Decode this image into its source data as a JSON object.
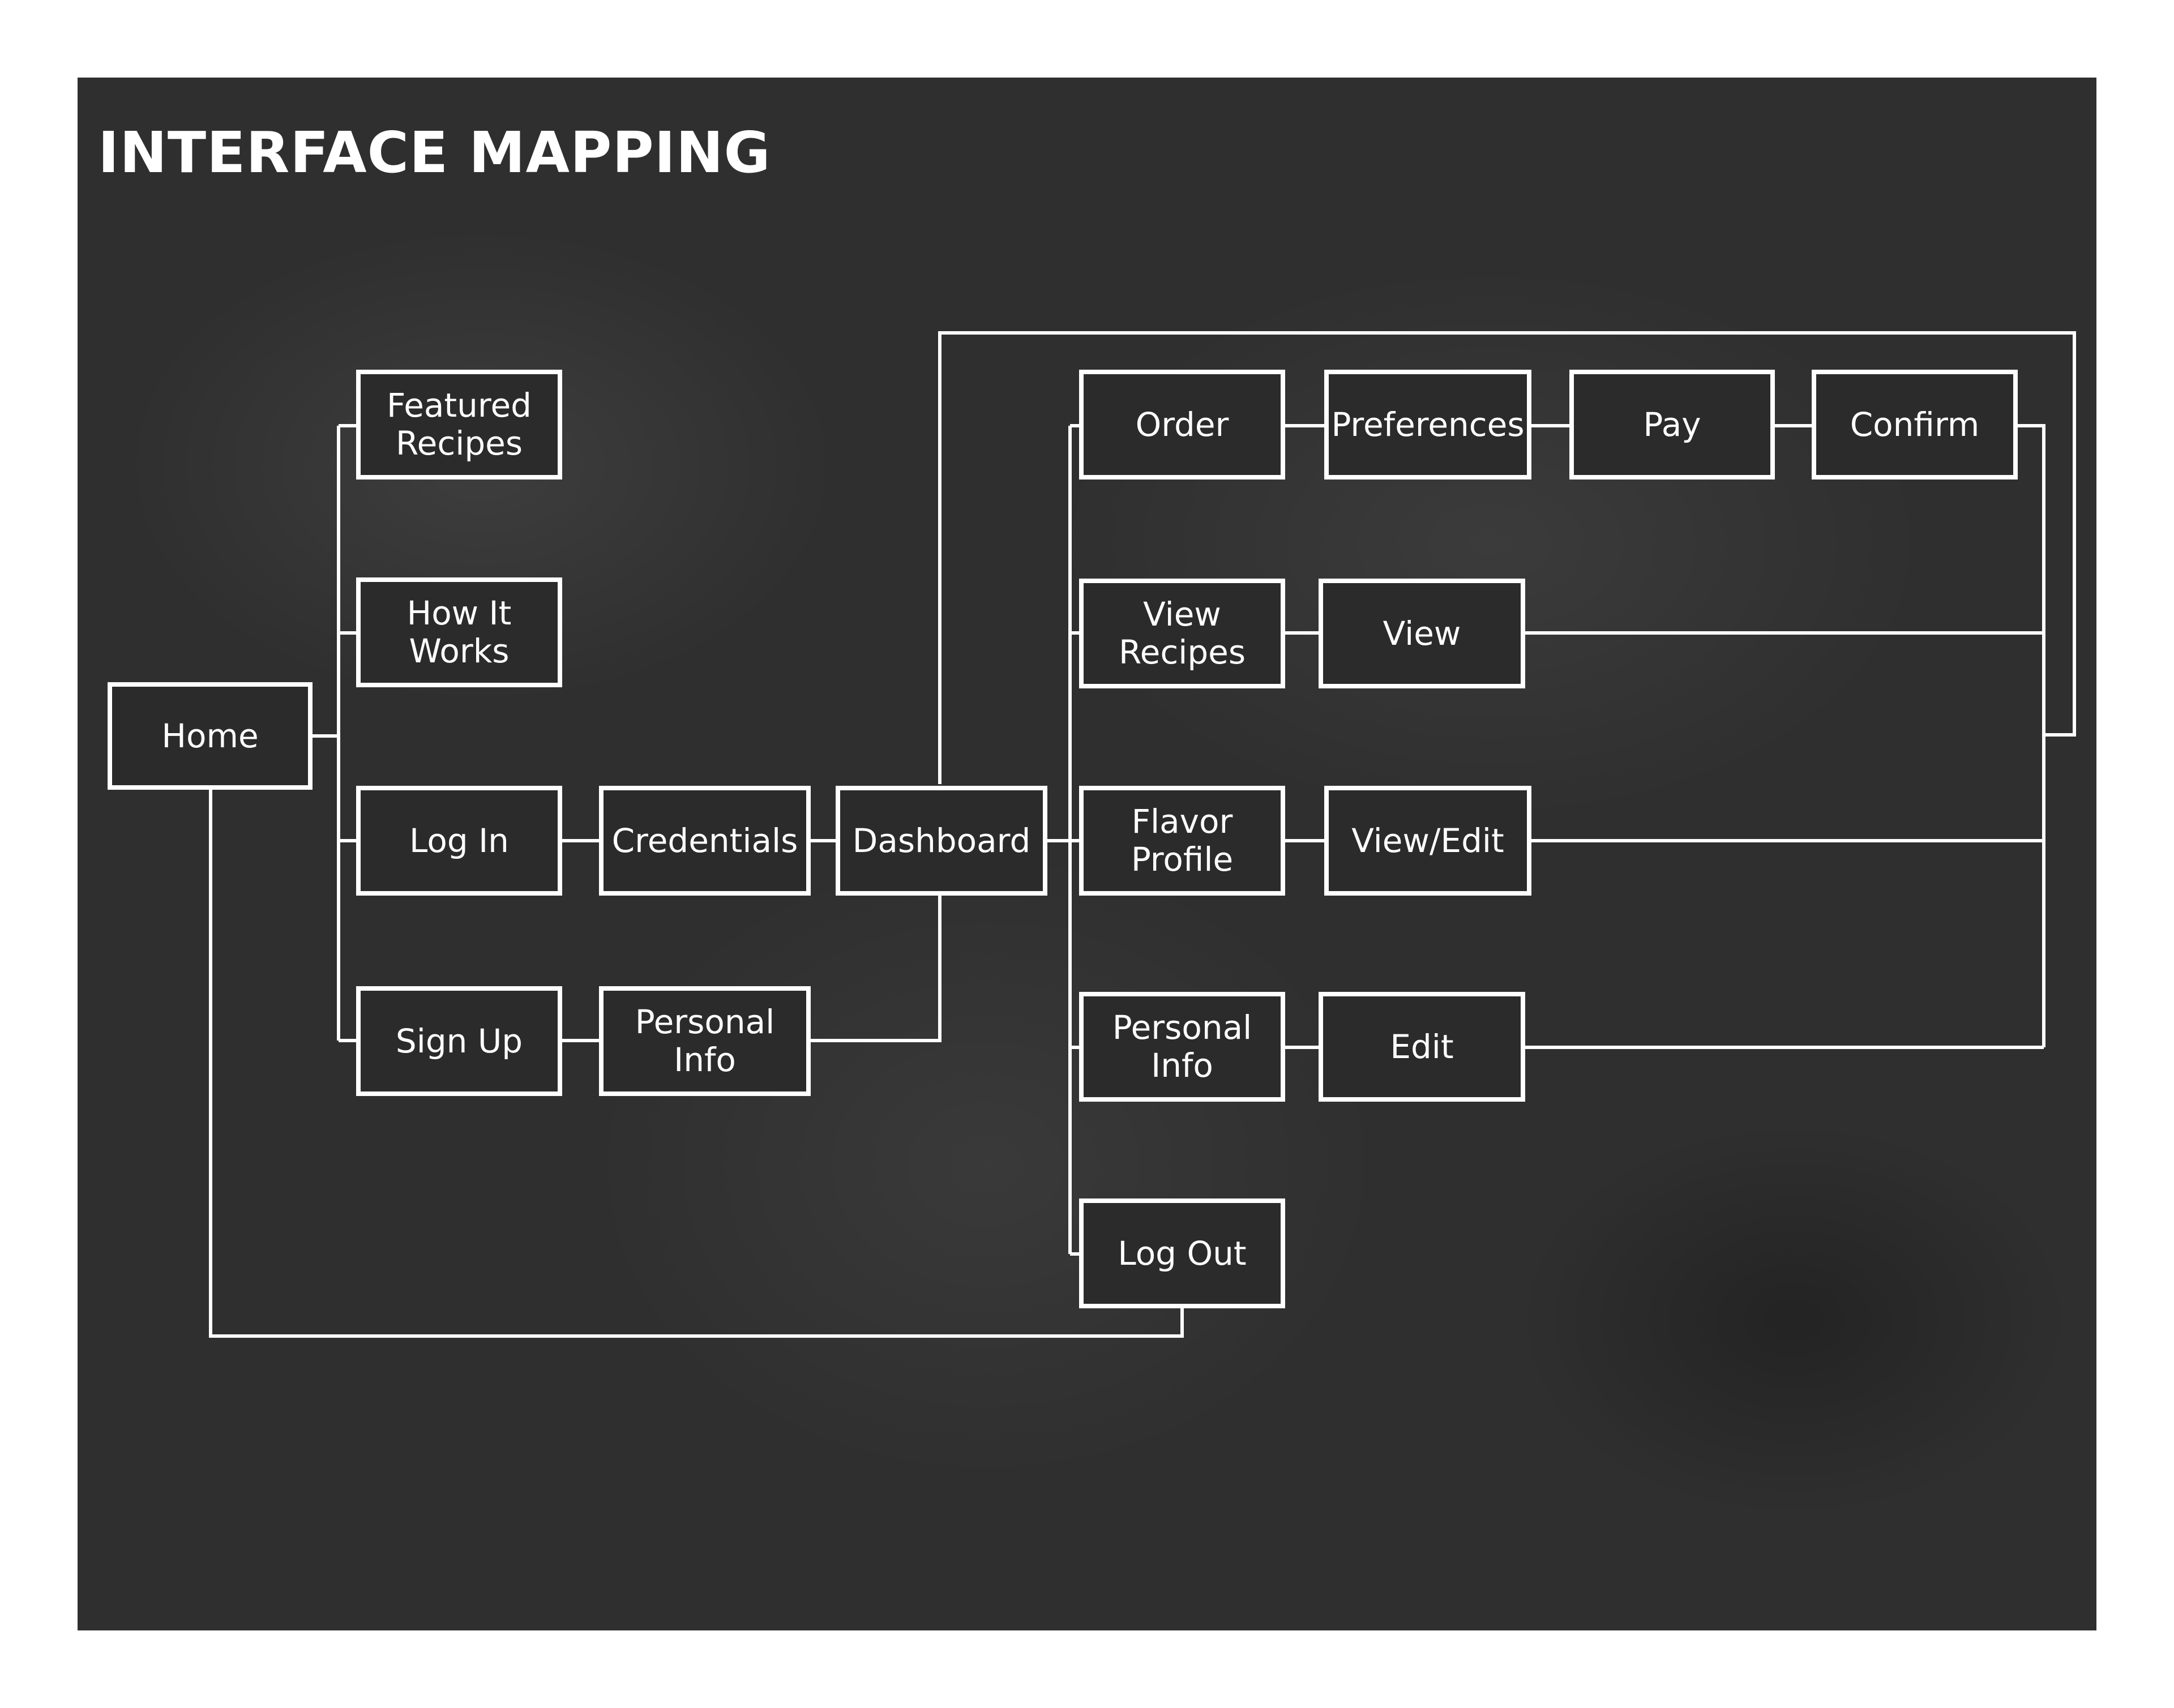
{
  "title": "INTERFACE MAPPING",
  "colors": {
    "background": "#2f2f2f",
    "stroke": "#ffffff",
    "text": "#ffffff"
  },
  "nodes": {
    "home": "Home",
    "featured_recipes": "Featured\nRecipes",
    "how_it_works": "How It\nWorks",
    "log_in": "Log In",
    "sign_up": "Sign Up",
    "credentials": "Credentials",
    "personal_info_signup": "Personal\nInfo",
    "dashboard": "Dashboard",
    "order": "Order",
    "preferences": "Preferences",
    "pay": "Pay",
    "confirm": "Confirm",
    "view_recipes": "View\nRecipes",
    "view": "View",
    "flavor_profile": "Flavor\nProfile",
    "view_edit": "View/Edit",
    "personal_info_dash": "Personal\nInfo",
    "edit": "Edit",
    "log_out": "Log Out"
  }
}
